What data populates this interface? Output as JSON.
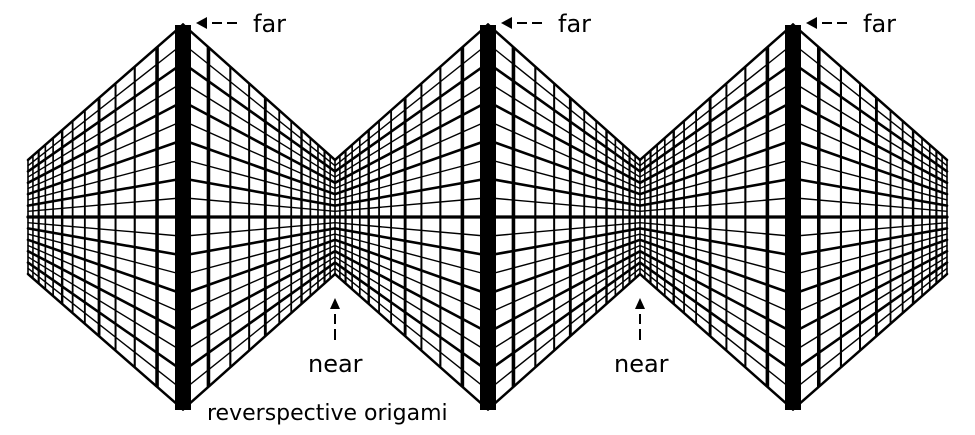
{
  "labels": {
    "far": "far",
    "near": "near",
    "caption": "reverspective origami"
  },
  "colors": {
    "ink": "#000000",
    "paper": "#ffffff"
  }
}
